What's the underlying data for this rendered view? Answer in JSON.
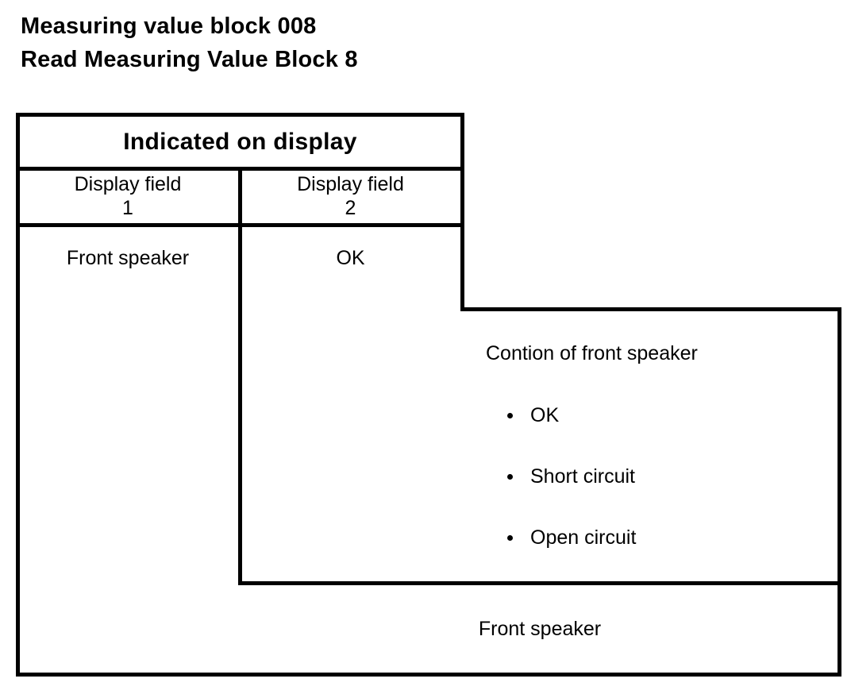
{
  "header": {
    "title_line_1": "Measuring value block 008",
    "title_line_2": "Read Measuring Value Block 8"
  },
  "table": {
    "merged_header": "Indicated on display",
    "column_headers": [
      "Display field\n1",
      "Display field\n2"
    ],
    "rows": [
      {
        "display_field_1": "Front speaker",
        "display_field_2": "OK"
      }
    ]
  },
  "callout": {
    "title": "Contion of front speaker",
    "options": [
      "OK",
      "Short circuit",
      "Open circuit"
    ]
  },
  "footer_box": {
    "label": "Front speaker"
  },
  "colors": {
    "ink": "#000000",
    "paper": "#ffffff"
  }
}
